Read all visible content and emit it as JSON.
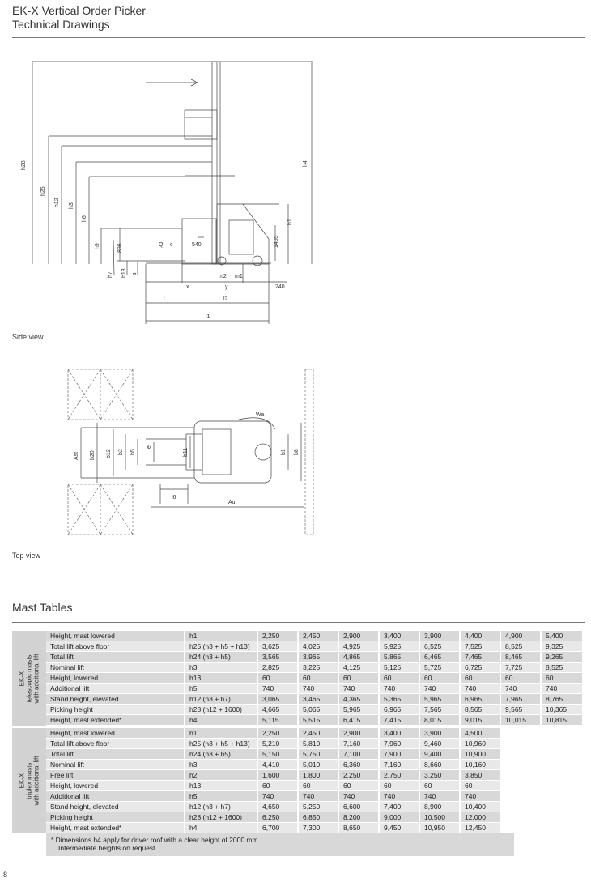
{
  "header": {
    "title": "EK-X Vertical Order Picker",
    "subtitle": "Technical Drawings"
  },
  "side_view": {
    "caption": "Side view",
    "dims": {
      "h28": "h28",
      "h25": "h25",
      "h12": "h12",
      "h3": "h3",
      "h6": "h6",
      "h9": "h9",
      "h7": "h7",
      "h13": "h13",
      "s": "s",
      "h4": "h4",
      "h1": "h1",
      "v896": "896",
      "v540": "540",
      "v1405": "1405",
      "Q": "Q",
      "c": "c",
      "m2": "m2",
      "m1": "m1",
      "x": "x",
      "y": "y",
      "v240": "240",
      "l": "l",
      "l2": "l2",
      "l1": "l1"
    }
  },
  "top_view": {
    "caption": "Top view",
    "dims": {
      "Ast": "Ast",
      "b20": "b20",
      "b12": "b12",
      "b2": "b2",
      "b5": "b5",
      "e": "e",
      "b11": "b11",
      "b1": "b1",
      "b8": "b8",
      "Wa": "Wa",
      "l6": "l6",
      "Au": "Au"
    }
  },
  "mast_tables": {
    "title": "Mast Tables",
    "blocks": [
      {
        "label": [
          "EK-X",
          "telescopic masts",
          "with additional lift"
        ],
        "rows": [
          {
            "label": "Height, mast lowered",
            "symbol": "h1",
            "values": [
              "2,250",
              "2,450",
              "2,900",
              "3,400",
              "3,900",
              "4,400",
              "4,900",
              "5,400"
            ]
          },
          {
            "label": "Total lift above floor",
            "symbol": "h25 (h3 + h5 + h13)",
            "values": [
              "3,625",
              "4,025",
              "4,925",
              "5,925",
              "6,525",
              "7,525",
              "8,525",
              "9,325"
            ]
          },
          {
            "label": "Total lift",
            "symbol": "h24 (h3 + h5)",
            "values": [
              "3,565",
              "3,965",
              "4,865",
              "5,865",
              "6,465",
              "7,465",
              "8,465",
              "9,265"
            ]
          },
          {
            "label": "Nominal lift",
            "symbol": "h3",
            "values": [
              "2,825",
              "3,225",
              "4,125",
              "5,125",
              "5,725",
              "6,725",
              "7,725",
              "8,525"
            ]
          },
          {
            "label": "Height, lowered",
            "symbol": "h13",
            "values": [
              "60",
              "60",
              "60",
              "60",
              "60",
              "60",
              "60",
              "60"
            ]
          },
          {
            "label": "Additional lift",
            "symbol": "h5",
            "values": [
              "740",
              "740",
              "740",
              "740",
              "740",
              "740",
              "740",
              "740"
            ]
          },
          {
            "label": "Stand height, elevated",
            "symbol": "h12 (h3 + h7)",
            "values": [
              "3,065",
              "3,465",
              "4,365",
              "5,365",
              "5,965",
              "6,965",
              "7,965",
              "8,765"
            ]
          },
          {
            "label": "Picking height",
            "symbol": "h28 (h12 + 1600)",
            "values": [
              "4,665",
              "5,065",
              "5,965",
              "6,965",
              "7,565",
              "8,565",
              "9,565",
              "10,365"
            ]
          },
          {
            "label": "Height, mast extended*",
            "symbol": "h4",
            "values": [
              "5,115",
              "5,515",
              "6,415",
              "7,415",
              "8,015",
              "9,015",
              "10,015",
              "10,815"
            ]
          }
        ]
      },
      {
        "label": [
          "EK-X",
          "triplex masts",
          "with additional lift"
        ],
        "rows": [
          {
            "label": "Height, mast lowered",
            "symbol": "h1",
            "values": [
              "2,250",
              "2,450",
              "2,900",
              "3,400",
              "3,900",
              "4,500"
            ]
          },
          {
            "label": "Total lift above floor",
            "symbol": "h25 (h3 + h5 + h13)",
            "values": [
              "5,210",
              "5,810",
              "7,160",
              "7,960",
              "9,460",
              "10,960"
            ]
          },
          {
            "label": "Total lift",
            "symbol": "h24 (h3 + h5)",
            "values": [
              "5,150",
              "5,750",
              "7,100",
              "7,900",
              "9,400",
              "10,900"
            ]
          },
          {
            "label": "Nominal lift",
            "symbol": "h3",
            "values": [
              "4,410",
              "5,010",
              "6,360",
              "7,160",
              "8,660",
              "10,160"
            ]
          },
          {
            "label": "Free lift",
            "symbol": "h2",
            "values": [
              "1,600",
              "1,800",
              "2,250",
              "2,750",
              "3,250",
              "3,850"
            ]
          },
          {
            "label": "Height, lowered",
            "symbol": "h13",
            "values": [
              "60",
              "60",
              "60",
              "60",
              "60",
              "60"
            ]
          },
          {
            "label": "Additional lift",
            "symbol": "h5",
            "values": [
              "740",
              "740",
              "740",
              "740",
              "740",
              "740"
            ]
          },
          {
            "label": "Stand height, elevated",
            "symbol": "h12 (h3 + h7)",
            "values": [
              "4,650",
              "5,250",
              "6,600",
              "7,400",
              "8,900",
              "10,400"
            ]
          },
          {
            "label": "Picking height",
            "symbol": "h28 (h12 + 1600)",
            "values": [
              "6,250",
              "6,850",
              "8,200",
              "9,000",
              "10,500",
              "12,000"
            ]
          },
          {
            "label": "Height, mast extended*",
            "symbol": "h4",
            "values": [
              "6,700",
              "7,300",
              "8,650",
              "9,450",
              "10,950",
              "12,450"
            ]
          }
        ]
      }
    ],
    "footnote": [
      "* Dimensions h4 apply for driver roof with a clear height of 2000 mm",
      "Intermediate heights on request."
    ]
  },
  "page_number": "8"
}
